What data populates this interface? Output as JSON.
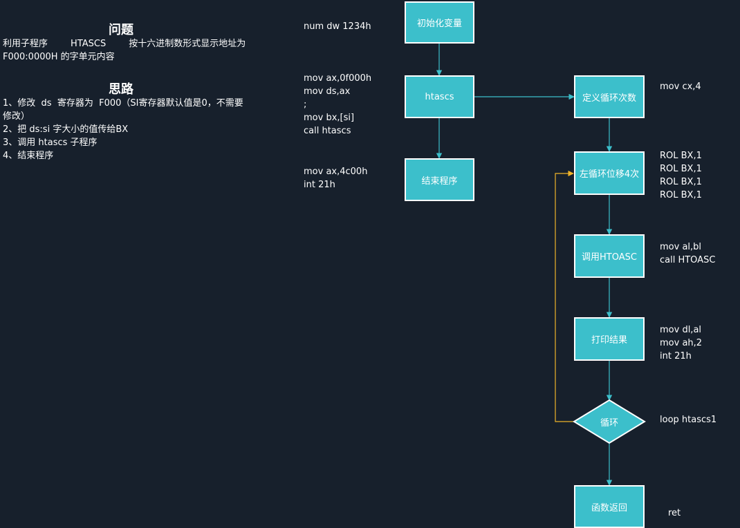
{
  "problem": {
    "title": "问题",
    "lines": [
      "利用子程序        HTASCS        按十六进制数形式显示地址为",
      "F000:0000H 的字单元内容"
    ]
  },
  "approach": {
    "title": "思路",
    "lines": [
      "1、修改  ds  寄存器为  F000（SI寄存器默认值是0，不需要",
      "修改）",
      "2、把 ds:si 字大小的值传给BX",
      "3、调用 htascs 子程序",
      "4、结束程序"
    ]
  },
  "main_code": {
    "init": "num dw 1234h",
    "call_block": "mov ax,0f000h\nmov ds,ax\n;\nmov bx,[si]\ncall htascs",
    "exit_block": "mov ax,4c00h\nint 21h"
  },
  "sub_code": {
    "set_count": "mov cx,4",
    "rotate": "ROL BX,1\nROL BX,1\nROL BX,1\nROL BX,1",
    "call_htoasc": "mov al,bl\ncall HTOASC",
    "print": "mov dl,al\nmov ah,2\nint 21h",
    "loop": "loop htascs1",
    "ret": "ret"
  },
  "flow_nodes": {
    "init_vars": "初始化变量",
    "htascs": "htascs",
    "end_program": "结束程序",
    "set_loop_count": "定义循环次数",
    "rotate_left": "左循环位移4次",
    "call_htoasc": "调用HTOASC",
    "print_result": "打印结果",
    "loop_decision": "循环",
    "return": "函数返回"
  },
  "colors": {
    "background": "#17202c",
    "node_fill": "#3cbfcb",
    "node_border": "#ffffff",
    "arrow": "#3cbfcb",
    "loop_back_arrow": "#f0b429",
    "text": "#ffffff"
  }
}
